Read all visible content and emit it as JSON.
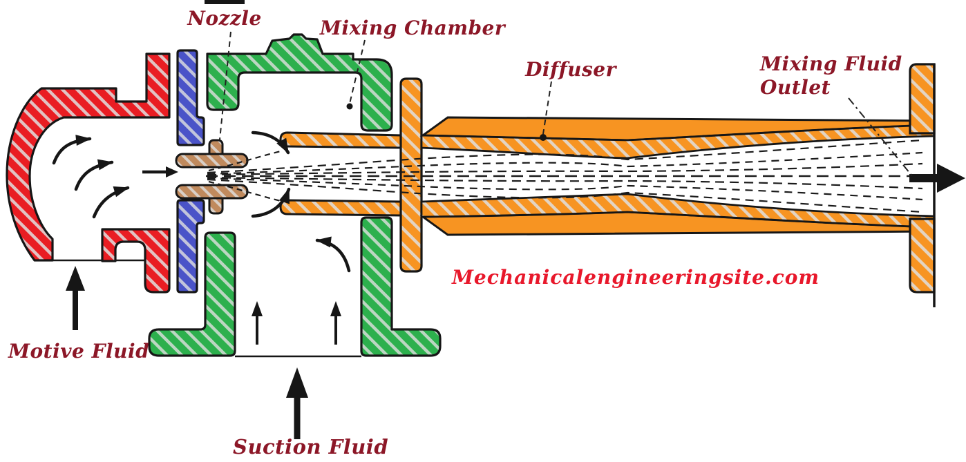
{
  "diagram": {
    "labels": {
      "nozzle": "Nozzle",
      "mixing_chamber": "Mixing Chamber",
      "diffuser": "Diffuser",
      "mixing_fluid_outlet_line1": "Mixing Fluid",
      "mixing_fluid_outlet_line2": "Outlet",
      "motive_fluid": "Motive Fluid",
      "suction_fluid": "Suction Fluid"
    },
    "watermark": "Mechanicalengineeringsite.com",
    "colors": {
      "red": "#e91d23",
      "blue": "#4a53c8",
      "green": "#2db04d",
      "orange": "#f79422",
      "tan": "#c08a5d",
      "hatch": "#e0e0e0",
      "outline": "#161616",
      "label": "#8c1727",
      "watermark": "#e8182b"
    },
    "parts": {
      "red": "motive-fluid-inlet-casing",
      "blue": "nozzle-mounting-plates",
      "green": "mixing-and-suction-chamber-body",
      "tan": "nozzle",
      "orange": "diffuser-and-flanges"
    }
  }
}
